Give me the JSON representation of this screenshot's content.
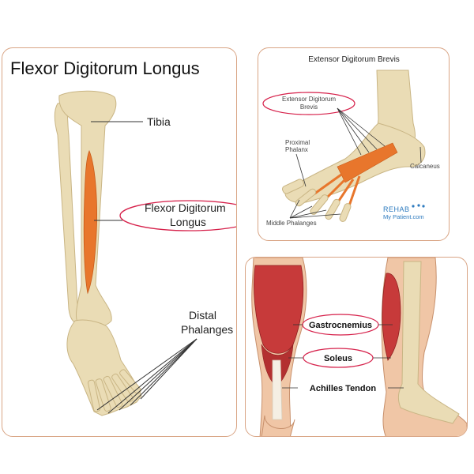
{
  "panel_fdl": {
    "title": "Flexor Digitorum Longus",
    "labels": {
      "tibia": "Tibia",
      "fdl_line1": "Flexor Digitorum",
      "fdl_line2": "Longus",
      "distal_line1": "Distal",
      "distal_line2": "Phalanges"
    }
  },
  "panel_edb": {
    "title": "Extensor Digitorum Brevis",
    "labels": {
      "edb_line1": "Extensor Digitorum",
      "edb_line2": "Brevis",
      "proximal_line1": "Proximal",
      "proximal_line2": "Phalanx",
      "calcaneus": "Calcaneus",
      "middle": "Middle Phalanges"
    },
    "logo": {
      "line1": "REHAB",
      "line2": "My Patient.com"
    }
  },
  "panel_calf": {
    "labels": {
      "gastrocnemius": "Gastrocnemius",
      "soleus": "Soleus",
      "achilles": "Achilles Tendon"
    }
  },
  "colors": {
    "border": "#d9a585",
    "bone": "#eadcb5",
    "muscle_orange": "#e8762c",
    "muscle_red": "#c73a3a",
    "highlight_ellipse": "#d6204a"
  }
}
